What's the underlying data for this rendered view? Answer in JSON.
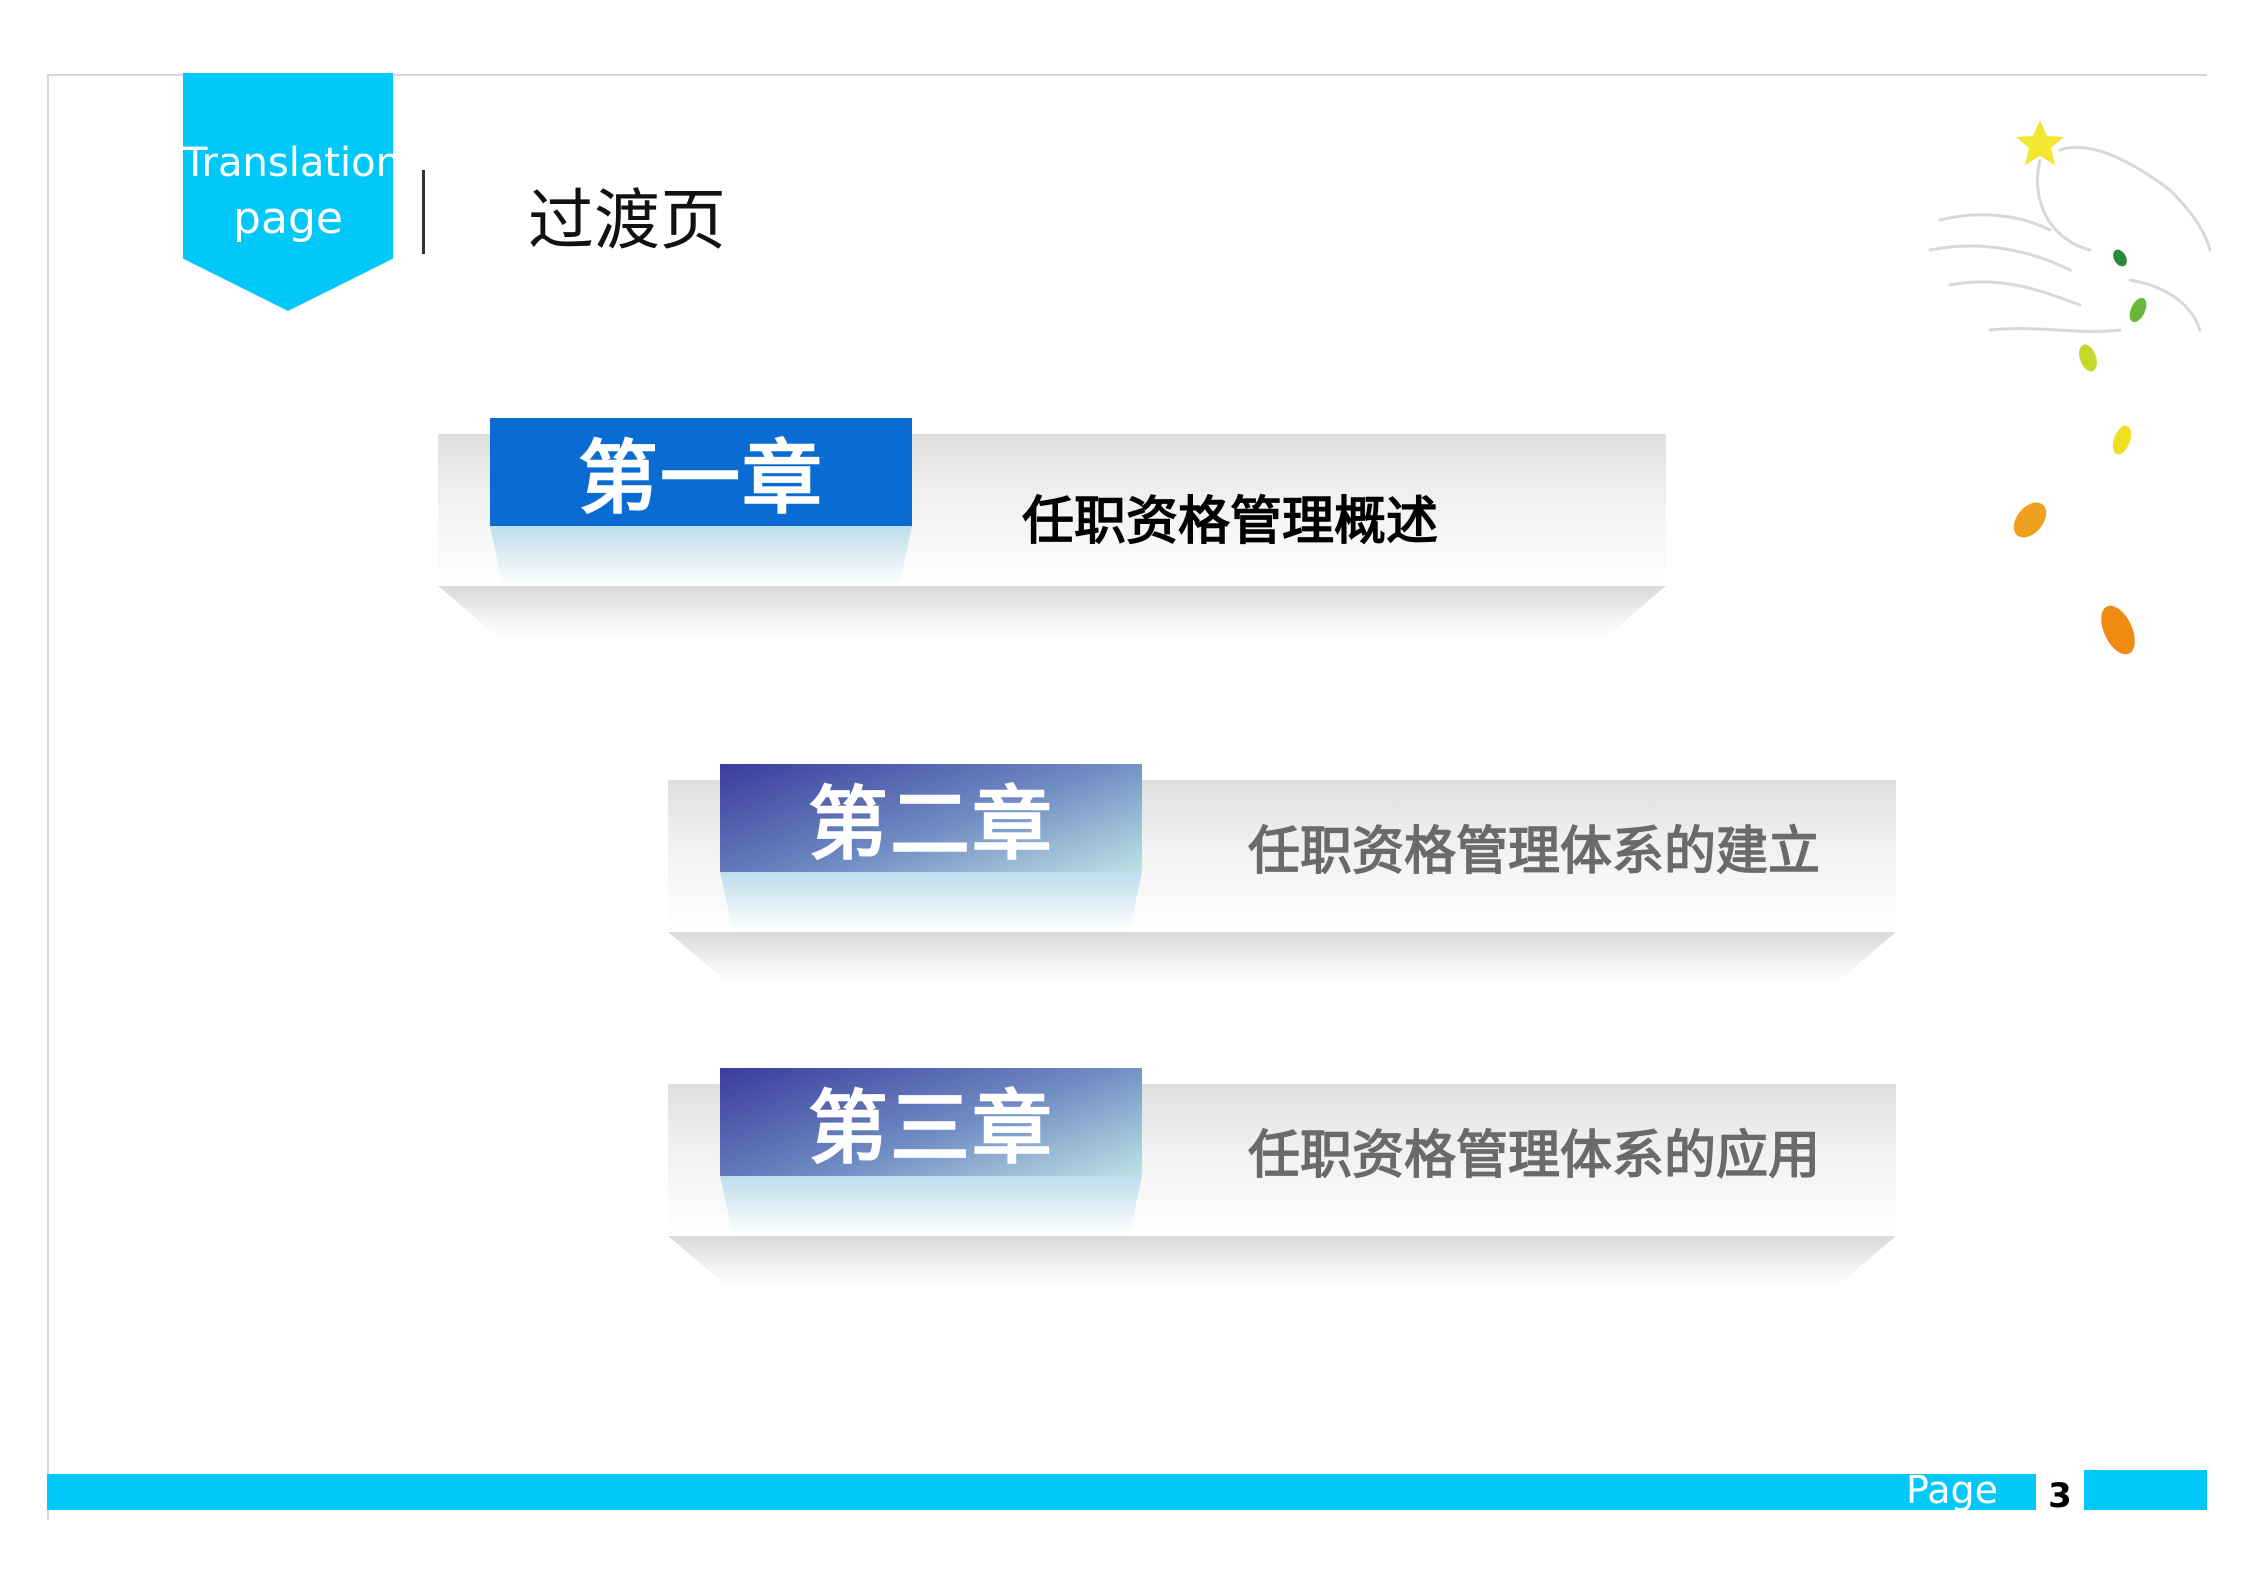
{
  "header": {
    "tag_line1": "Translation",
    "tag_line2": "page",
    "title": "过渡页"
  },
  "chapters": [
    {
      "badge": "第一章",
      "label": "任职资格管理概述"
    },
    {
      "badge": "第二章",
      "label": "任职资格管理体系的建立"
    },
    {
      "badge": "第三章",
      "label": "任职资格管理体系的应用"
    }
  ],
  "footer": {
    "page_word": "Page",
    "page_number": "3"
  },
  "colors": {
    "accent": "#00c8f8",
    "chapter1_badge": "#0a6cd2",
    "chapter_badge_gradient_start": "#3b3b9e",
    "chapter_badge_gradient_end": "#bfe2e4"
  },
  "decoration": {
    "icons": [
      "star-icon",
      "hand-sketch-icon",
      "leaf-icon"
    ]
  }
}
